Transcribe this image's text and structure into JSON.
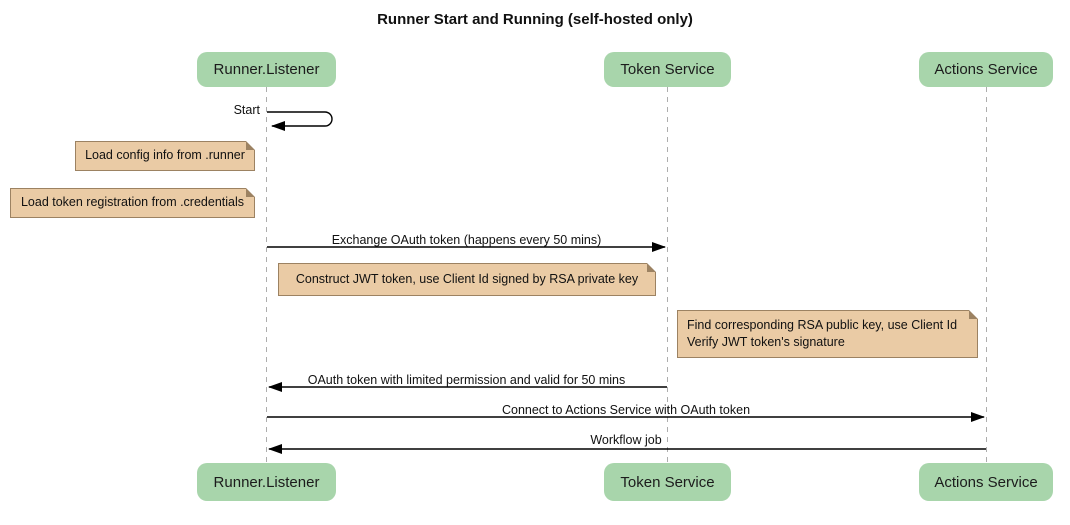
{
  "title": "Runner Start and Running (self-hosted only)",
  "diagram_type": "sequence-diagram",
  "colors": {
    "participant_fill": "#a8d5ab",
    "note_fill": "#eacba5",
    "note_border": "#9c8262",
    "lifeline": "#adadad",
    "arrow": "#000000"
  },
  "participants": [
    {
      "id": "runner-listener",
      "label": "Runner.Listener"
    },
    {
      "id": "token-service",
      "label": "Token Service"
    },
    {
      "id": "actions-service",
      "label": "Actions Service"
    }
  ],
  "messages": {
    "self_start": {
      "from": "Runner.Listener",
      "to": "Runner.Listener",
      "label": "Start"
    },
    "exchange": {
      "from": "Runner.Listener",
      "to": "Token Service",
      "label": "Exchange OAuth token (happens every 50 mins)"
    },
    "oauth_return": {
      "from": "Token Service",
      "to": "Runner.Listener",
      "label": "OAuth token with limited permission and valid for 50 mins"
    },
    "connect": {
      "from": "Runner.Listener",
      "to": "Actions Service",
      "label": "Connect to Actions Service with OAuth token"
    },
    "workflow": {
      "from": "Actions Service",
      "to": "Runner.Listener",
      "label": "Workflow job"
    }
  },
  "notes": {
    "load_config": {
      "attached_to": "Runner.Listener",
      "text": "Load config info from .runner"
    },
    "load_token": {
      "attached_to": "Runner.Listener",
      "text": "Load token registration from .credentials"
    },
    "construct_jwt": {
      "attached_to": "Token Service",
      "text": "Construct JWT token, use Client Id signed by RSA private key"
    },
    "find_rsa": {
      "attached_to": "Actions Service",
      "line1": "Find corresponding RSA public key, use Client Id",
      "line2": "Verify JWT token's signature"
    }
  }
}
